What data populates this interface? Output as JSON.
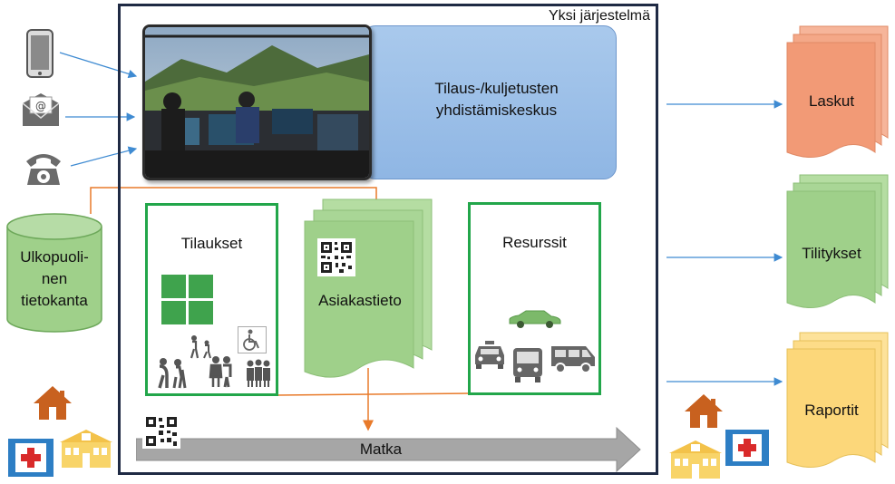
{
  "system": {
    "title": "Yksi järjestelmä"
  },
  "center": {
    "line1": "Tilaus-/kuljetusten",
    "line2": "yhdistämiskeskus"
  },
  "database": {
    "line1": "Ulkopuoli-",
    "line2": "nen",
    "line3": "tietokanta"
  },
  "boxes": {
    "orders": "Tilaukset",
    "customer": "Asiakastieto",
    "resources": "Resurssit"
  },
  "trip": {
    "label": "Matka"
  },
  "outputs": [
    {
      "label": "Laskut"
    },
    {
      "label": "Tilitykset"
    },
    {
      "label": "Raportit"
    }
  ],
  "icons": {
    "input": [
      "phone-icon",
      "email-icon",
      "telephone-icon"
    ],
    "left_bottom": [
      "house-icon",
      "hospital-icon",
      "school-icon"
    ],
    "right_bottom": [
      "house-icon",
      "school-icon",
      "hospital-icon"
    ],
    "orders": [
      "windows-icon",
      "wheelchair-icon",
      "walkers-icon",
      "elderly-icon",
      "couple-icon",
      "group-icon"
    ],
    "resources": [
      "car-icon",
      "taxi-icon",
      "bus-icon",
      "van-icon"
    ],
    "qr": "qr-code-icon"
  },
  "colors": {
    "frame": "#1f2a44",
    "center_box": "#9dbfe8",
    "green": "#22a64a",
    "doc_green": "#9fd08a",
    "doc_orange": "#f29a76",
    "doc_yellow": "#fcd77a",
    "arrow_blue": "#3f8bd2",
    "arrow_orange": "#e87a2a",
    "trip_arrow": "#a6a6a6"
  }
}
